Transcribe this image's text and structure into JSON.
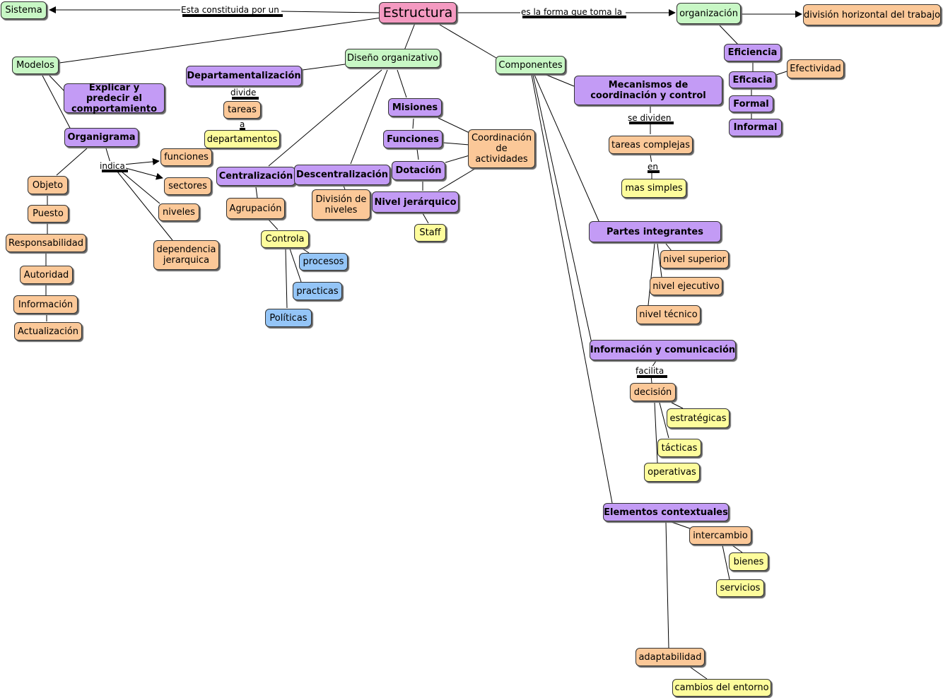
{
  "nodes": {
    "sistema": "Sistema",
    "estructura": "Estructura",
    "organizacion": "organización",
    "division_horizontal": "división horizontal del trabajo",
    "modelos": "Modelos",
    "explicar": "Explicar y predecir el comportamiento",
    "organigrama": "Organigrama",
    "departamentalizacion": "Departamentalización",
    "tareas": "tareas",
    "departamentos": "departamentos",
    "funciones_o": "funciones",
    "sectores": "sectores",
    "niveles": "niveles",
    "dependencia": "dependencia jerarquica",
    "objeto": "Objeto",
    "puesto": "Puesto",
    "responsabilidad": "Responsabilidad",
    "autoridad": "Autoridad",
    "informacion": "Información",
    "actualizacion": "Actualización",
    "diseno": "Diseño organizativo",
    "misiones": "Misiones",
    "funciones_p": "Funciones",
    "dotacion": "Dotación",
    "coordinacion": "Coordinación de actividades",
    "nivel_jerarquico": "Nivel jerárquico",
    "staff": "Staff",
    "centralizacion": "Centralización",
    "descentralizacion": "Descentralización",
    "division_niveles": "División de niveles",
    "agrupacion": "Agrupación",
    "controla": "Controla",
    "procesos": "procesos",
    "practicas": "practicas",
    "politicas": "Políticas",
    "componentes": "Componentes",
    "mecanismos": "Mecanismos de coordinación y control",
    "tareas_complejas": "tareas complejas",
    "mas_simples": "mas simples",
    "eficiencia": "Eficiencia",
    "efectividad": "Efectividad",
    "eficacia": "Eficacia",
    "formal": "Formal",
    "informal": "Informal",
    "partes": "Partes integrantes",
    "nivel_superior": "nivel superior",
    "nivel_ejecutivo": "nivel ejecutivo",
    "nivel_tecnico": "nivel técnico",
    "info_com": "Información y comunicación",
    "decision": "decisión",
    "estrategicas": "estratégicas",
    "tacticas": "tácticas",
    "operativas": "operativas",
    "elementos": "Elementos contextuales",
    "intercambio": "intercambio",
    "bienes": "bienes",
    "servicios": "servicios",
    "adaptabilidad": "adaptabilidad",
    "cambios": "cambios del entorno"
  },
  "link_labels": {
    "constituida": "Esta constituida por un",
    "forma": "es la forma que toma la",
    "divide": "divide",
    "a": "a",
    "indica": "indica",
    "se_dividen": "se dividen",
    "en": "en",
    "facilita": "facilita"
  },
  "colors": {
    "root": "#f49ac1",
    "concept_green": "#c8f7c5",
    "concept_purple": "#c39bf5",
    "concept_orange": "#fbc898",
    "concept_yellow": "#fdfc9c",
    "concept_blue": "#94c5f7"
  }
}
